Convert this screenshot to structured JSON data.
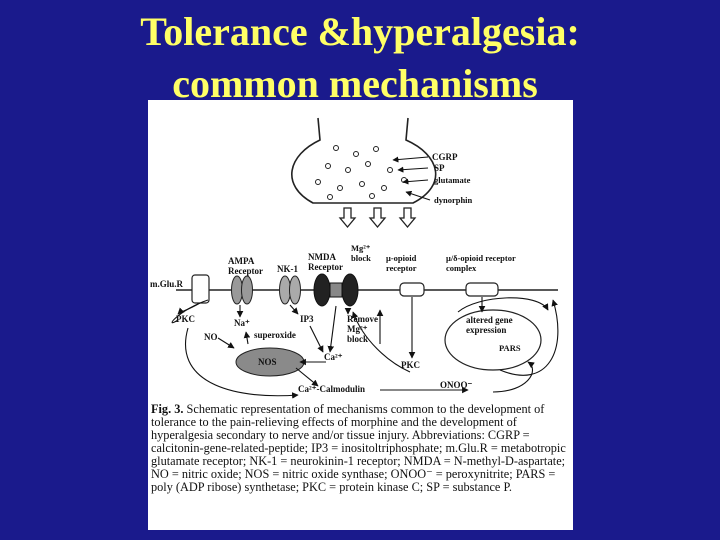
{
  "title": {
    "line1": "Tolerance &hyperalgesia:",
    "line2": "common mechanisms"
  },
  "diagram": {
    "presynaptic": [
      "CGRP",
      "SP",
      "glutamate",
      "dynorphin"
    ],
    "receptors": {
      "ampa": [
        "AMPA",
        "Receptor"
      ],
      "nk1": "NK-1",
      "nmda": [
        "NMDA",
        "Receptor"
      ],
      "mg_block": [
        "Mg²⁺",
        "block"
      ],
      "mu_opioid": [
        "μ-opioid",
        "receptor"
      ],
      "mu_delta": "μ/δ-opioid receptor",
      "mu_delta_2": "complex",
      "mglur": "m.Glu.R"
    },
    "intracellular": {
      "pkc_left": "PKC",
      "na": "Na⁺",
      "ip3": "IP3",
      "no": "NO",
      "superoxide": "superoxide",
      "remove_mg": [
        "Remove",
        "Mg²⁺",
        "block"
      ],
      "altered_gene": [
        "altered gene",
        "expression"
      ],
      "nos": "NOS",
      "ca": "Ca²⁺",
      "pars": "PARS",
      "pkc_right": "PKC",
      "ca_calmodulin": "Ca²⁺-Calmodulin",
      "onoo": "ONOO⁻"
    }
  },
  "caption": {
    "fig_label": "Fig. 3.",
    "text": "Schematic representation of mechanisms common to the development of tolerance to the pain-relieving effects of morphine and the development of hyperalgesia secondary to nerve and/or tissue injury. Abbreviations: CGRP = calcitonin-gene-related-peptide; IP3 = inositoltriphosphate; m.Glu.R = metabotropic glutamate receptor; NK-1 = neurokinin-1 receptor; NMDA = N-methyl-D-aspartate; NO = nitric oxide; NOS = nitric oxide synthase; ONOO⁻ = peroxynitrite; PARS = poly (ADP ribose) synthetase; PKC = protein kinase C; SP = substance P."
  },
  "colors": {
    "background": "#1a1a8c",
    "title": "#ffff66"
  }
}
